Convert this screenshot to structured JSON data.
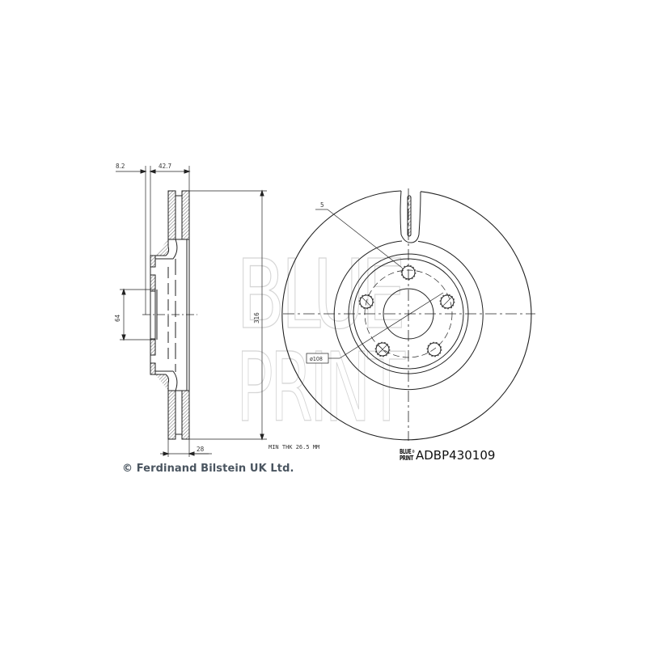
{
  "drawing": {
    "type": "brake-disc-technical-drawing",
    "watermark": [
      "BLUE",
      "PRINT"
    ],
    "side_view": {
      "dimensions": {
        "offset_top_left": "8.2",
        "offset_top_right": "42.7",
        "center_bore_height": "64",
        "outer_diameter": "316",
        "thickness": "28",
        "min_thickness_note": "MIN THK 26.5 MM"
      }
    },
    "front_view": {
      "bolt_count_label": "5",
      "pitch_circle_label": "ø108"
    }
  },
  "footer": {
    "copyright": "© Ferdinand Bilstein UK Ltd.",
    "brand_logo_top": "BLUE",
    "brand_logo_bottom": "PRINT",
    "brand_logo_mark": "®",
    "part_number": "ADBP430109"
  },
  "colors": {
    "line": "#222222",
    "watermark": "#d4d4d4",
    "text": "#333333",
    "copyright": "#4a5560"
  }
}
